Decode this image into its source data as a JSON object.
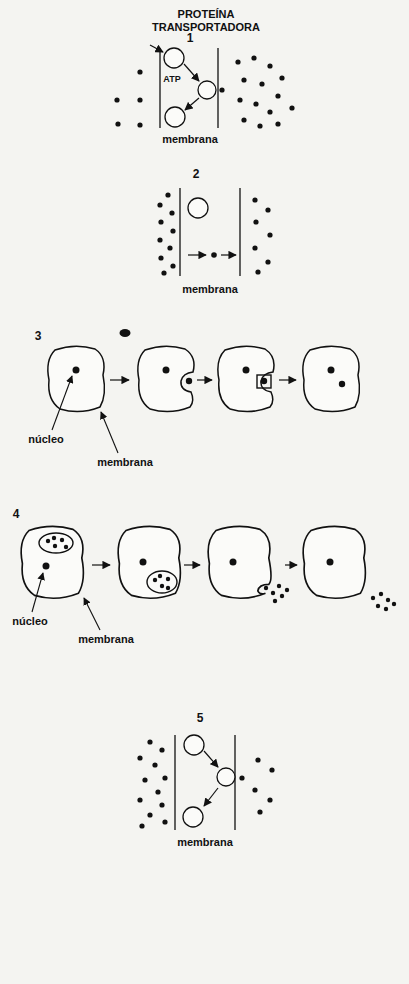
{
  "diagram": {
    "labels": [
      "PROTEÍNA TRANSPORTADORA",
      "1",
      "ATP",
      "membrana",
      "2",
      "membrana",
      "3",
      "núcleo",
      "membrana",
      "4",
      "núcleo",
      "membrana",
      "5",
      "membrana"
    ]
  }
}
